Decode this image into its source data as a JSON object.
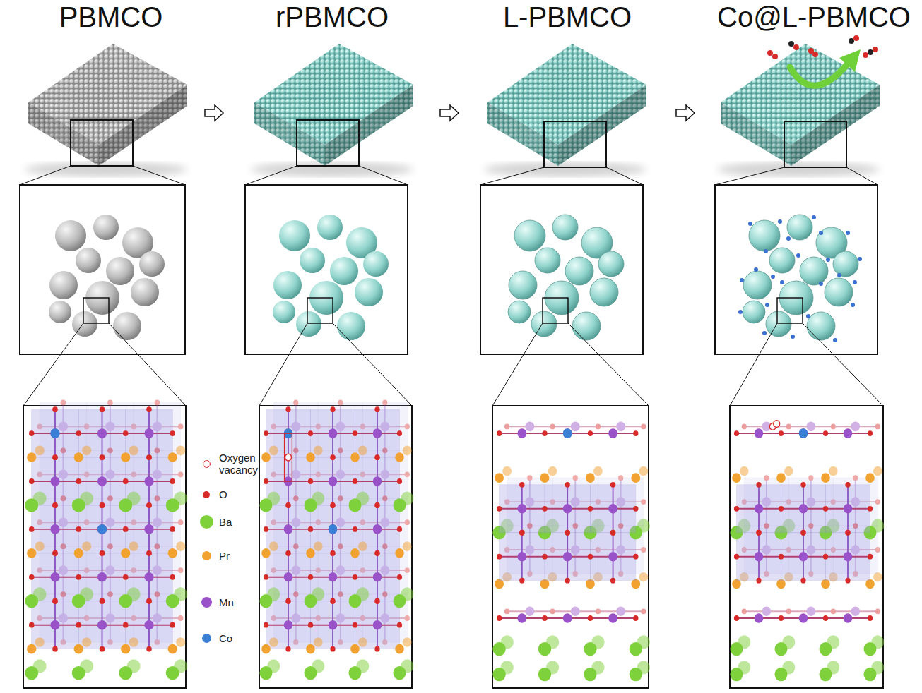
{
  "diagram": {
    "labels": [
      "PBMCO",
      "rPBMCO",
      "L-PBMCO",
      "Co@L-PBMCO"
    ],
    "legend": [
      {
        "text": "Oxygen vacancy"
      },
      {
        "text": "O",
        "color": "#d92a2a"
      },
      {
        "text": "Ba",
        "color": "#7fd13b"
      },
      {
        "text": "Pr",
        "color": "#f2a231"
      },
      {
        "text": "Mn",
        "color": "#9a52c9"
      },
      {
        "text": "Co",
        "color": "#3b7fd4"
      }
    ]
  }
}
